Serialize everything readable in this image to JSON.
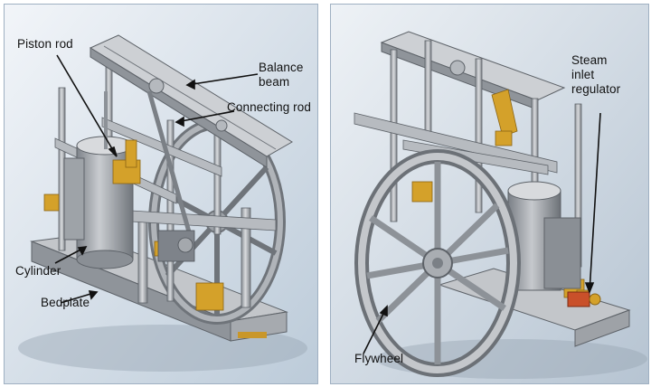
{
  "left_panel": {
    "labels": {
      "piston_rod": "Piston rod",
      "balance_beam_line1": "Balance",
      "balance_beam_line2": "beam",
      "connecting_rod": "Connecting rod",
      "cylinder": "Cylinder",
      "bedplate": "Bedplate"
    }
  },
  "right_panel": {
    "labels": {
      "steam_inlet_line1": "Steam",
      "steam_inlet_line2": "inlet",
      "steam_inlet_line3": "regulator",
      "flywheel": "Flywheel"
    }
  },
  "colors": {
    "background_light": "#e9eef4",
    "background_dark": "#b9c6d4",
    "metal_light": "#d4d6d9",
    "metal_mid": "#a9adb2",
    "metal_dark": "#6f747a",
    "brass": "#d4a12a",
    "red_valve": "#c9502a",
    "label_arrow": "#111111"
  }
}
